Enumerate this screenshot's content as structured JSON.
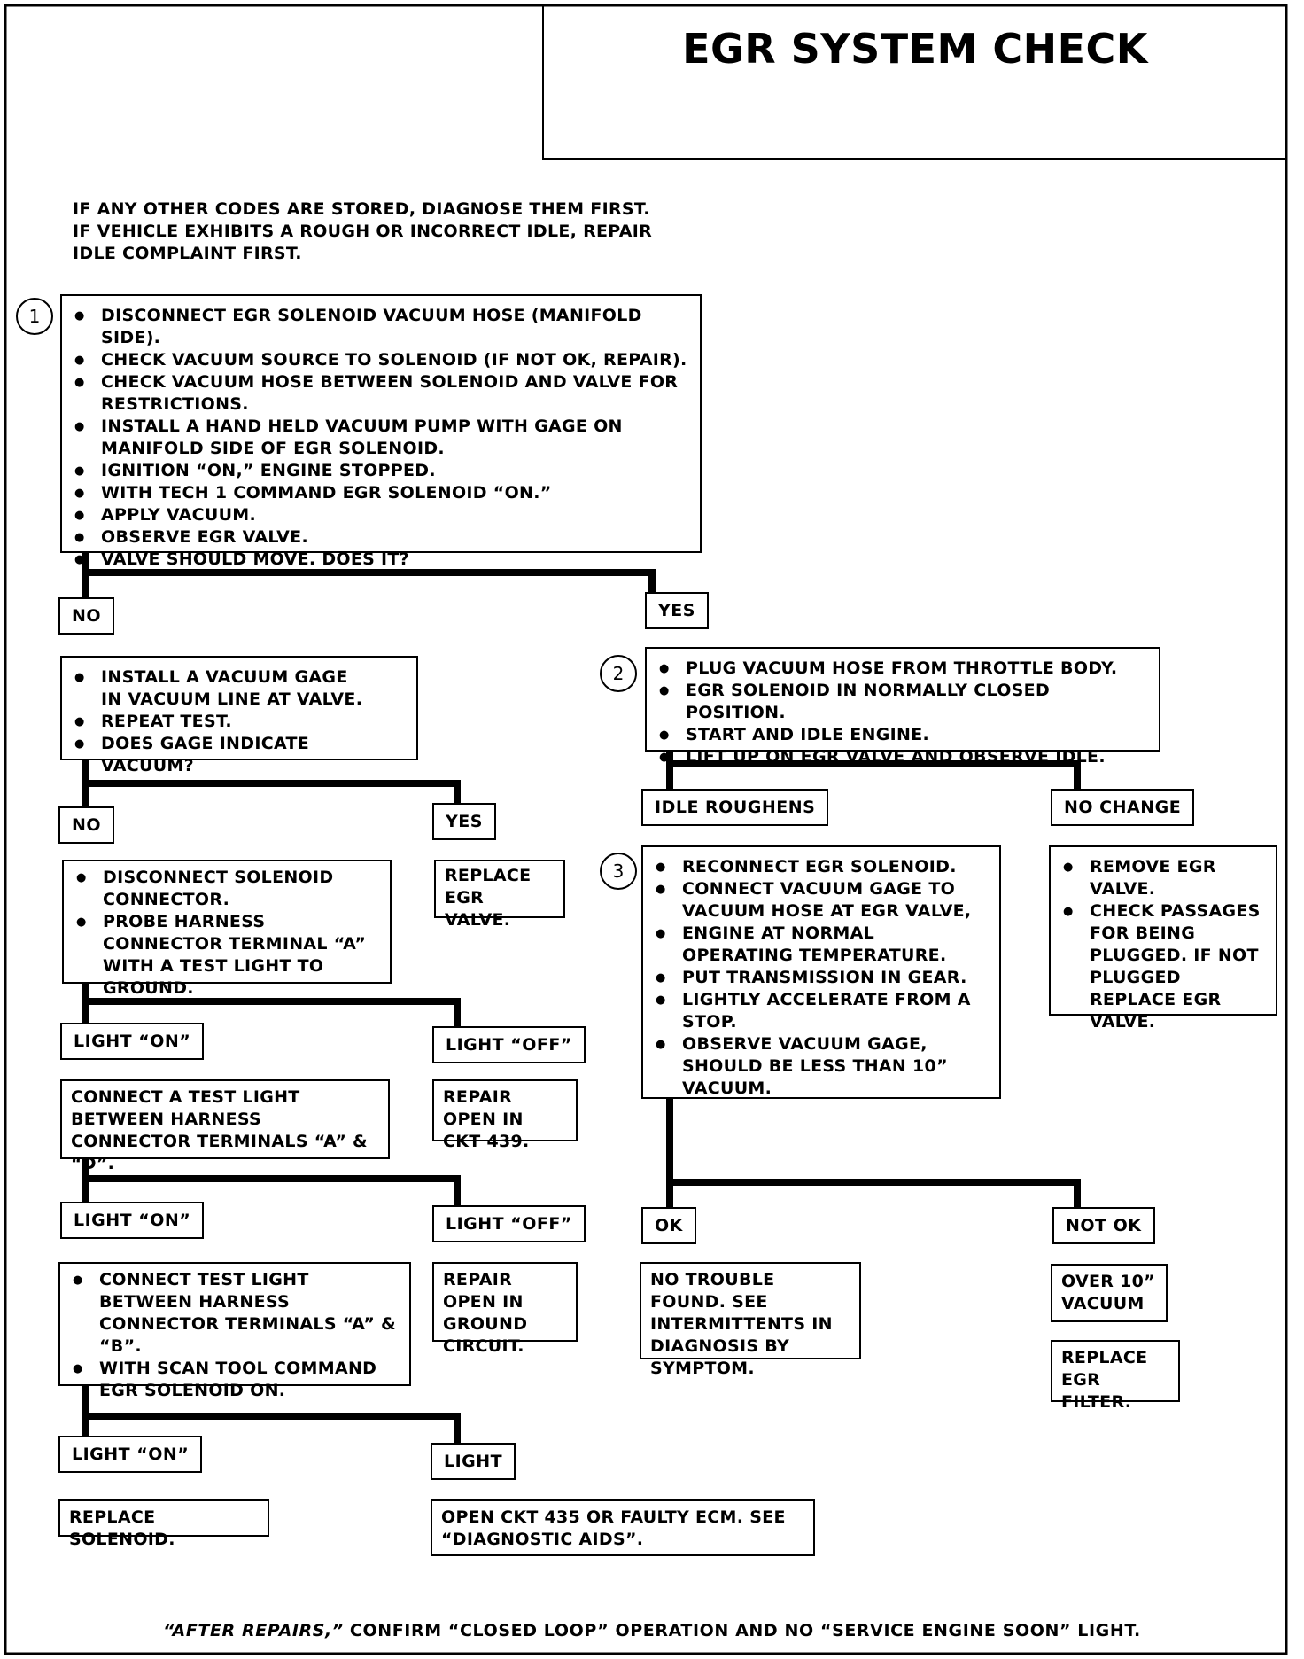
{
  "title": "EGR SYSTEM CHECK",
  "preconditions": [
    "IF ANY OTHER CODES ARE STORED, DIAGNOSE THEM FIRST.",
    "IF VEHICLE EXHIBITS A ROUGH OR INCORRECT IDLE, REPAIR",
    "IDLE COMPLAINT FIRST."
  ],
  "step_numbers": [
    "1",
    "2",
    "3"
  ],
  "boxes": {
    "step1": [
      "DISCONNECT EGR SOLENOID VACUUM HOSE (MANIFOLD SIDE).",
      "CHECK VACUUM SOURCE TO SOLENOID (IF NOT OK, REPAIR).",
      "CHECK VACUUM HOSE BETWEEN SOLENOID AND VALVE FOR RESTRICTIONS.",
      "INSTALL A HAND HELD VACUUM PUMP WITH GAGE ON MANIFOLD SIDE OF EGR SOLENOID.",
      "IGNITION “ON,” ENGINE STOPPED.",
      "WITH TECH 1 COMMAND EGR SOLENOID “ON.”",
      "APPLY VACUUM.",
      "OBSERVE EGR VALVE.",
      "VALVE SHOULD MOVE.  DOES IT?"
    ],
    "vacuum_gage": [
      "INSTALL A VACUUM GAGE IN VACUUM LINE AT VALVE.",
      "REPEAT TEST.",
      "DOES GAGE INDICATE VACUUM?"
    ],
    "replace_egr_valve": "REPLACE EGR VALVE.",
    "disconnect_solenoid": [
      "DISCONNECT SOLENOID CONNECTOR.",
      "PROBE HARNESS CONNECTOR TERMINAL “A” WITH A TEST LIGHT TO GROUND."
    ],
    "repair_open_439": "REPAIR OPEN IN CKT 439.",
    "connect_test_light_ad": "CONNECT A TEST LIGHT BETWEEN HARNESS CONNECTOR TERMINALS “A” & “D”.",
    "repair_open_ground": "REPAIR OPEN IN GROUND CIRCUIT.",
    "connect_test_light_ab": [
      "CONNECT TEST LIGHT BETWEEN HARNESS CONNECTOR TERMINALS “A” & “B”.",
      "WITH SCAN TOOL COMMAND EGR SOLENOID ON."
    ],
    "replace_solenoid": "REPLACE SOLENOID.",
    "open_ckt_435": "OPEN CKT 435 OR FAULTY ECM.  SEE “DIAGNOSTIC AIDS”.",
    "step2": [
      "PLUG VACUUM HOSE FROM THROTTLE BODY.",
      "EGR SOLENOID IN NORMALLY CLOSED POSITION.",
      "START AND IDLE ENGINE.",
      "LIFT UP ON EGR VALVE AND OBSERVE IDLE."
    ],
    "step3": [
      "RECONNECT EGR SOLENOID.",
      "CONNECT VACUUM GAGE TO VACUUM HOSE AT EGR VALVE,",
      "ENGINE AT NORMAL OPERATING TEMPERATURE.",
      "PUT TRANSMISSION IN GEAR.",
      "LIGHTLY ACCELERATE FROM A STOP.",
      "OBSERVE VACUUM GAGE, SHOULD BE LESS THAN 10” VACUUM."
    ],
    "remove_egr_valve": [
      "REMOVE EGR VALVE.",
      "CHECK PASSAGES FOR BEING PLUGGED.  IF NOT PLUGGED REPLACE EGR VALVE."
    ],
    "no_trouble_found": "NO TROUBLE FOUND. SEE INTERMITTENTS IN DIAGNOSIS BY SYMPTOM.",
    "over_10_vacuum": "OVER 10” VACUUM",
    "replace_egr_filter": "REPLACE EGR FILTER."
  },
  "labels": {
    "no_1": "NO",
    "yes_1": "YES",
    "no_2": "NO",
    "yes_2": "YES",
    "light_on_1": "LIGHT “ON”",
    "light_off_1": "LIGHT “OFF”",
    "light_on_2": "LIGHT “ON”",
    "light_off_2": "LIGHT “OFF”",
    "light_on_3": "LIGHT “ON”",
    "light_3": "LIGHT",
    "idle_roughens": "IDLE ROUGHENS",
    "no_change": "NO CHANGE",
    "ok": "OK",
    "not_ok": "NOT OK"
  },
  "footer": {
    "italic": "“AFTER REPAIRS,”",
    "rest": " CONFIRM “CLOSED LOOP” OPERATION AND NO “SERVICE ENGINE SOON” LIGHT."
  }
}
